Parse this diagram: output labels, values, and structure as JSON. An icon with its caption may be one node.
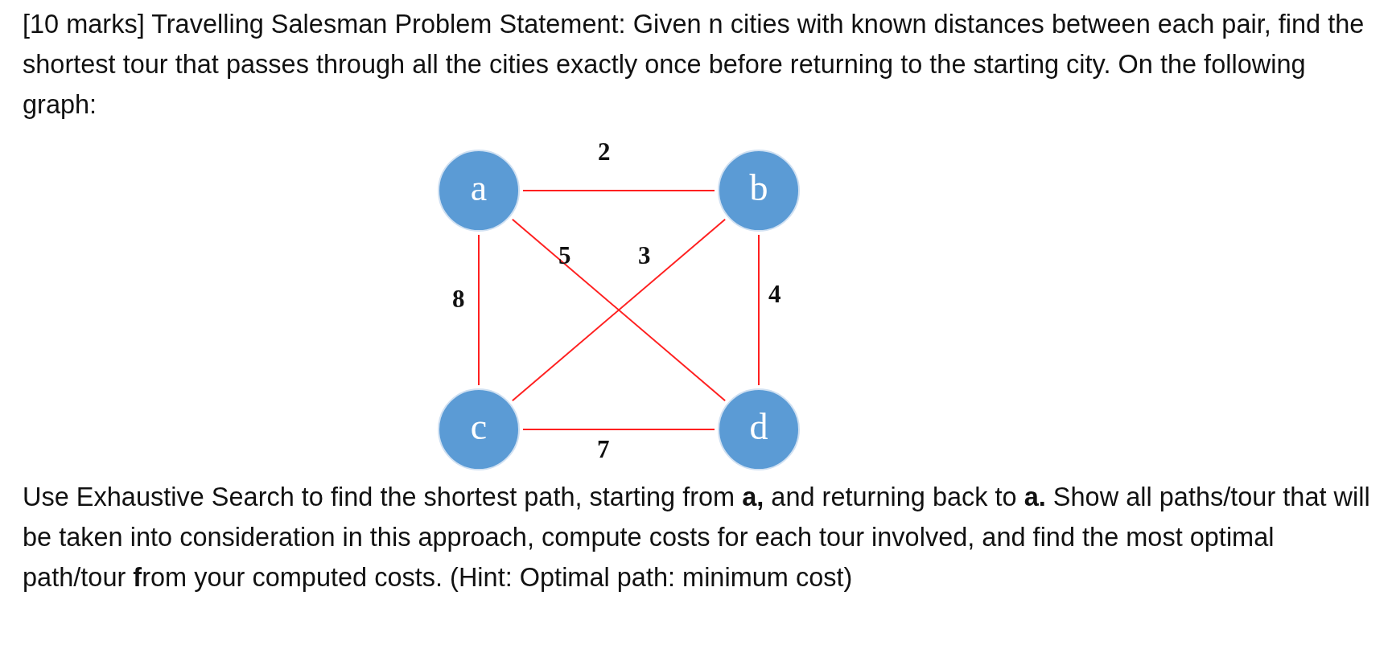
{
  "diagram": {
    "nodes": [
      {
        "text": [
          "a"
        ]
      },
      {
        "text": [
          "b"
        ]
      },
      {
        "text": [
          "c"
        ]
      },
      {
        "text": [
          "d"
        ]
      }
    ],
    "edges": [
      {
        "from": 0,
        "to": 1,
        "arrow": "none",
        "label": "2"
      },
      {
        "from": 0,
        "to": 3,
        "arrow": "none",
        "label": "5"
      },
      {
        "from": 1,
        "to": 2,
        "arrow": "none",
        "label": "3"
      },
      {
        "from": 0,
        "to": 2,
        "arrow": "none",
        "label": "8"
      },
      {
        "from": 1,
        "to": 3,
        "arrow": "none",
        "label": "4"
      },
      {
        "from": 2,
        "to": 3,
        "arrow": "none",
        "label": "7"
      }
    ],
    "labels": [
      "[10 marks] Travelling Salesman Problem Statement: Given n cities with known distances between each pair, find the shortest tour that passes through all the cities exactly once before returning to the starting city. On the following graph:",
      "Use Exhaustive Search to find the shortest path, starting from **a,** and returning back to **a.** Show all paths/tour that will be taken into consideration in this approach, compute costs for each tour involved, and find the most optimal path/tour **f**rom your computed costs. (Hint: Optimal path: minimum cost)"
    ]
  }
}
